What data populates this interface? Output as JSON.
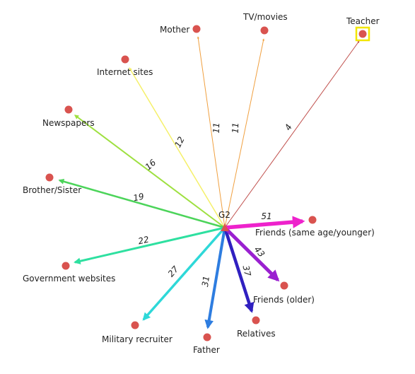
{
  "center": {
    "label": "G2",
    "color": "#d9534f"
  },
  "highlight_color": "#f2e600",
  "node_color": "#d9534f",
  "edges": [
    {
      "target": "Mother",
      "weight": "11",
      "color": "#f0a040",
      "direction": "out"
    },
    {
      "target": "TV/movies",
      "weight": "11",
      "color": "#f0a040",
      "direction": "out"
    },
    {
      "target": "Teacher",
      "weight": "4",
      "color": "#c0504d",
      "direction": "out",
      "highlighted": true
    },
    {
      "target": "Internet sites",
      "weight": "12",
      "color": "#f5f06a",
      "direction": "out"
    },
    {
      "target": "Newspapers",
      "weight": "16",
      "color": "#9ee040",
      "direction": "out"
    },
    {
      "target": "Brother/Sister",
      "weight": "19",
      "color": "#4cd45a",
      "direction": "out"
    },
    {
      "target": "Government websites",
      "weight": "22",
      "color": "#2ee0a0",
      "direction": "out"
    },
    {
      "target": "Military recruiter",
      "weight": "27",
      "color": "#2ed8d8",
      "direction": "out"
    },
    {
      "target": "Father",
      "weight": "31",
      "color": "#2e7de0",
      "direction": "out"
    },
    {
      "target": "Relatives",
      "weight": "37",
      "color": "#3020c0",
      "direction": "out"
    },
    {
      "target": "Friends (older)",
      "weight": "43",
      "color": "#9a20d0",
      "direction": "out"
    },
    {
      "target": "Friends (same age/younger)",
      "weight": "51",
      "color": "#ee22cc",
      "direction": "out"
    }
  ]
}
